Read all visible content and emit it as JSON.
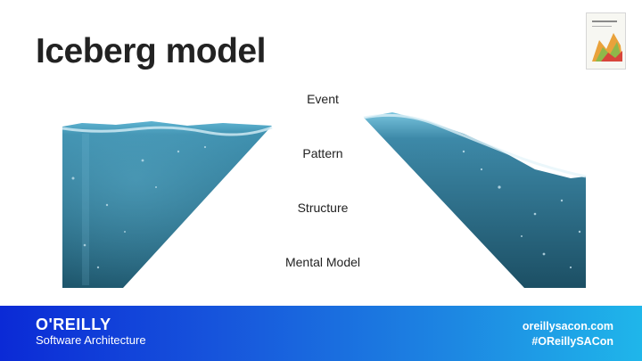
{
  "slide": {
    "title": "Iceberg model",
    "layers": [
      "Event",
      "Pattern",
      "Structure",
      "Mental Model"
    ]
  },
  "footer": {
    "brand": "O'REILLY",
    "brand_subtitle": "Software Architecture",
    "website": "oreillysacon.com",
    "hashtag": "#OReillySACon"
  },
  "colors": {
    "footer_start": "#0b2ad6",
    "footer_end": "#1fb6ea",
    "water_dark": "#1f5468",
    "water_light": "#4aa7c9"
  },
  "icons": [
    "book-cover-thumbnail",
    "water-illustration"
  ]
}
